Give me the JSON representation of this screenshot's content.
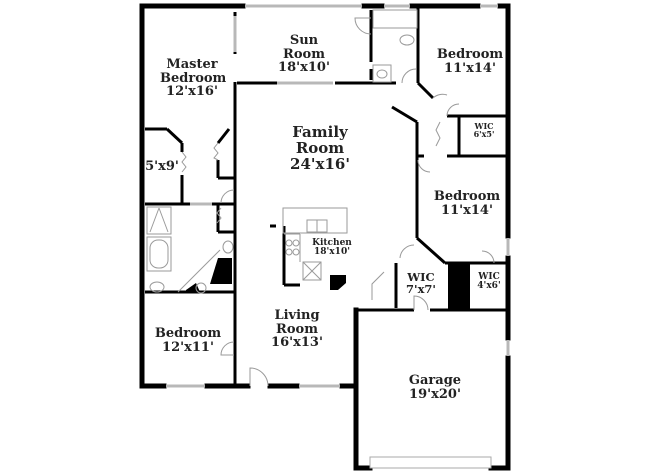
{
  "floor_plan": {
    "rooms": [
      {
        "id": "master-bedroom",
        "name": "Master Bedroom",
        "name_lines": [
          "Master",
          "Bedroom"
        ],
        "dimensions": "12'x16'"
      },
      {
        "id": "sun-room",
        "name": "Sun Room",
        "name_lines": [
          "Sun",
          "Room"
        ],
        "dimensions": "18'x10'"
      },
      {
        "id": "bedroom-ne",
        "name": "Bedroom",
        "dimensions": "11'x14'"
      },
      {
        "id": "wic-ne",
        "name": "WIC",
        "dimensions": "6'x5'"
      },
      {
        "id": "family-room",
        "name": "Family Room",
        "name_lines": [
          "Family",
          "Room"
        ],
        "dimensions": "24'x16'"
      },
      {
        "id": "master-closet",
        "name": "",
        "dimensions": "5'x9'"
      },
      {
        "id": "kitchen",
        "name": "Kitchen",
        "dimensions": "18'x10'"
      },
      {
        "id": "bedroom-e",
        "name": "Bedroom",
        "dimensions": "11'x14'"
      },
      {
        "id": "wic-center",
        "name": "WIC",
        "dimensions": "7'x7'"
      },
      {
        "id": "wic-e",
        "name": "WIC",
        "dimensions": "4'x6'"
      },
      {
        "id": "bedroom-sw",
        "name": "Bedroom",
        "dimensions": "12'x11'"
      },
      {
        "id": "living-room",
        "name": "Living Room",
        "name_lines": [
          "Living",
          "Room"
        ],
        "dimensions": "16'x13'"
      },
      {
        "id": "garage",
        "name": "Garage",
        "dimensions": "19'x20'"
      }
    ],
    "colors": {
      "wall": "#000000",
      "window": "#c8c8c8",
      "fixture": "#9a9a9a",
      "background": "#ffffff",
      "text": "#222222"
    }
  }
}
